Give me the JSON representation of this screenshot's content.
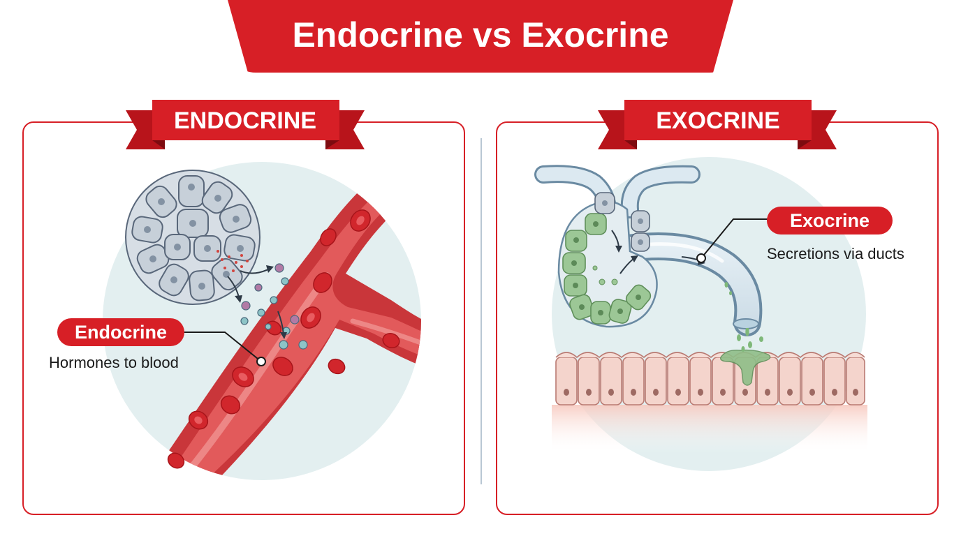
{
  "title": "Endocrine vs Exocrine",
  "colors": {
    "accent_red": "#d71f26",
    "vessel_red": "#e14b4d",
    "cell_gray": "#c7d0d9",
    "gland_green": "#9cc796",
    "background_circle": "#e3eff0",
    "tissue_pink": "#f4d4cc"
  },
  "panels": {
    "endocrine": {
      "header": "ENDOCRINE",
      "label": "Endocrine",
      "caption": "Hormones to blood"
    },
    "exocrine": {
      "header": "EXOCRINE",
      "label": "Exocrine",
      "caption": "Secretions via ducts"
    }
  }
}
